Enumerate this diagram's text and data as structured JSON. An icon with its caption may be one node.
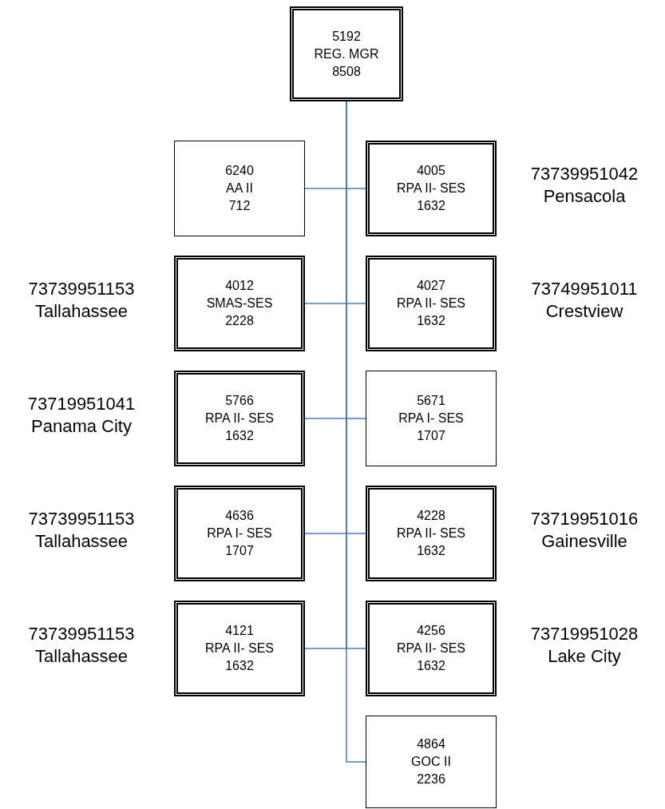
{
  "diagram": {
    "nodes": [
      {
        "text": [
          "5192",
          "REG. MGR",
          "8508"
        ]
      },
      {
        "text": [
          "6240",
          "AA II",
          "712"
        ]
      },
      {
        "text": [
          "4005",
          "RPA II- SES",
          "1632"
        ],
        "beside": [
          "73739951042",
          "Pensacola"
        ]
      },
      {
        "text": [
          "4012",
          "SMAS-SES",
          "2228"
        ],
        "beside": [
          "73739951153",
          "Tallahassee"
        ]
      },
      {
        "text": [
          "4027",
          "RPA II- SES",
          "1632"
        ],
        "beside": [
          "73749951011",
          "Crestview"
        ]
      },
      {
        "text": [
          "5766",
          "RPA II- SES",
          "1632"
        ],
        "beside": [
          "73719951041",
          "Panama City"
        ]
      },
      {
        "text": [
          "5671",
          "RPA I- SES",
          "1707"
        ]
      },
      {
        "text": [
          "4636",
          "RPA I- SES",
          "1707"
        ],
        "beside": [
          "73739951153",
          "Tallahassee"
        ]
      },
      {
        "text": [
          "4228",
          "RPA II- SES",
          "1632"
        ],
        "beside": [
          "73719951016",
          "Gainesville"
        ]
      },
      {
        "text": [
          "4121",
          "RPA II- SES",
          "1632"
        ],
        "beside": [
          "73739951153",
          "Tallahassee"
        ]
      },
      {
        "text": [
          "4256",
          "RPA II- SES",
          "1632"
        ],
        "beside": [
          "73719951028",
          "Lake City"
        ]
      },
      {
        "text": [
          "4864",
          "GOC II",
          "2236"
        ]
      }
    ],
    "edges": [
      {
        "from": 0,
        "to": 1,
        "arrow": "none"
      },
      {
        "from": 0,
        "to": 2,
        "arrow": "none"
      },
      {
        "from": 0,
        "to": 3,
        "arrow": "none"
      },
      {
        "from": 0,
        "to": 4,
        "arrow": "none"
      },
      {
        "from": 0,
        "to": 5,
        "arrow": "none"
      },
      {
        "from": 0,
        "to": 6,
        "arrow": "none"
      },
      {
        "from": 0,
        "to": 7,
        "arrow": "none"
      },
      {
        "from": 0,
        "to": 8,
        "arrow": "none"
      },
      {
        "from": 0,
        "to": 9,
        "arrow": "none"
      },
      {
        "from": 0,
        "to": 10,
        "arrow": "none"
      },
      {
        "from": 0,
        "to": 11,
        "arrow": "none"
      }
    ]
  }
}
